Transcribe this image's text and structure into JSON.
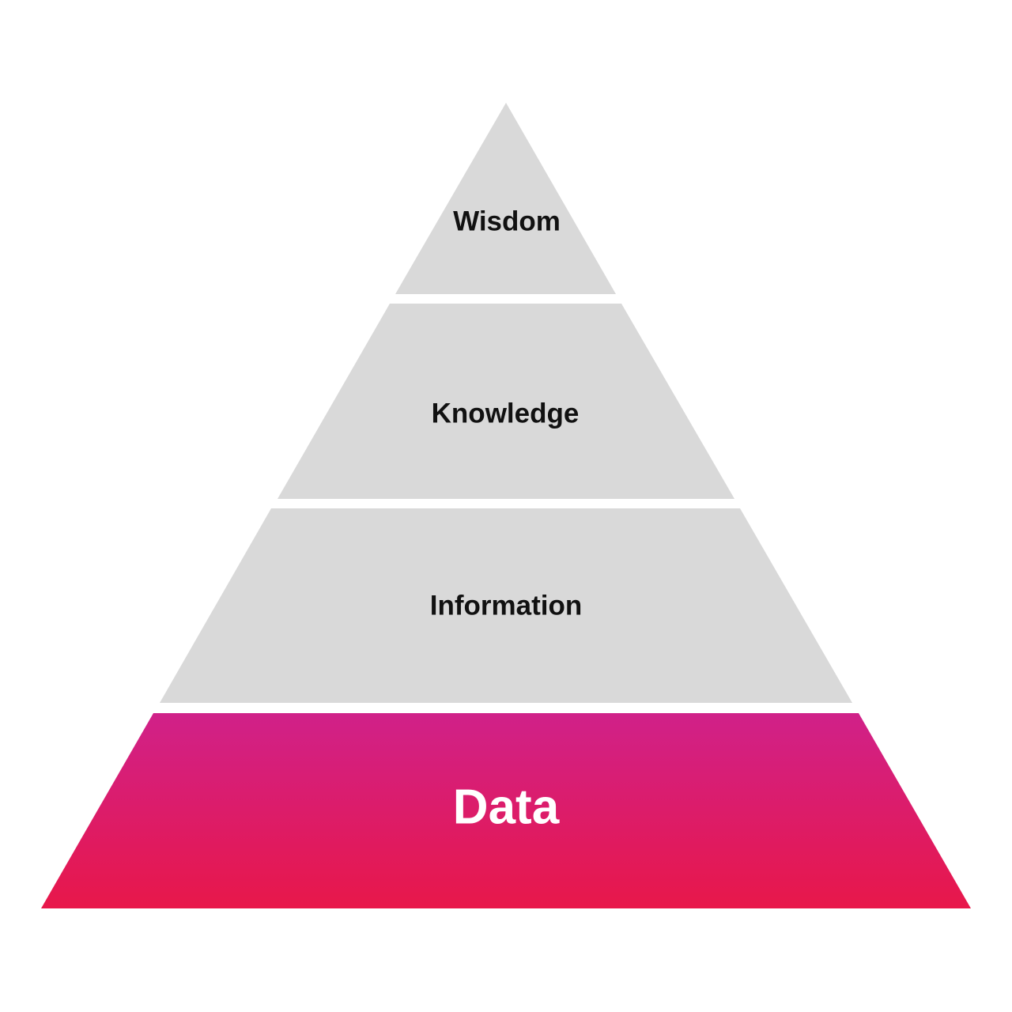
{
  "diagram": {
    "type": "pyramid",
    "levels": [
      {
        "label": "Wisdom",
        "color": "#d9d9d9"
      },
      {
        "label": "Knowledge",
        "color": "#d9d9d9"
      },
      {
        "label": "Information",
        "color": "#d9d9d9"
      },
      {
        "label": "Data",
        "color_top": "#d02189",
        "color_bottom": "#e8174a"
      }
    ]
  }
}
